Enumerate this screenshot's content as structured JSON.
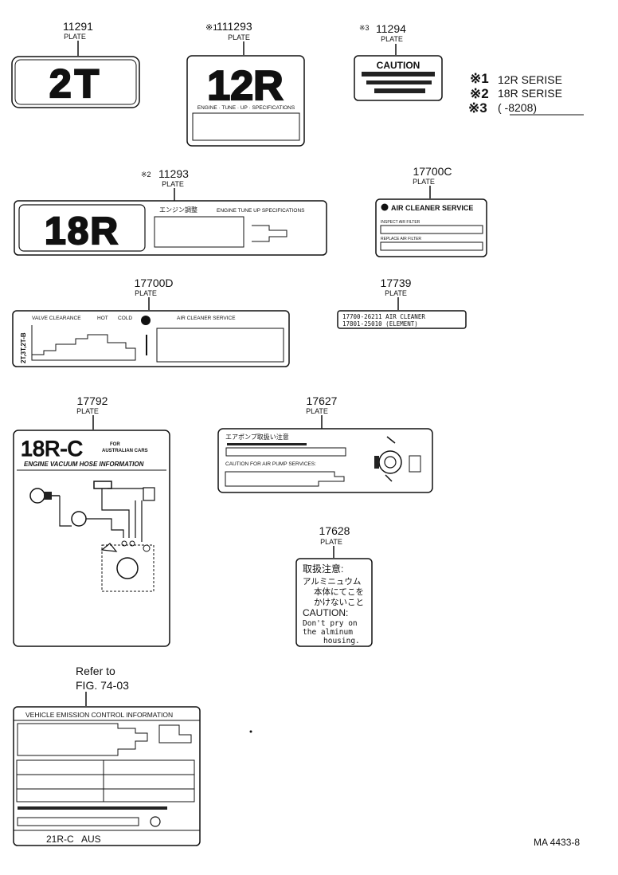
{
  "parts": {
    "p11291": {
      "number": "11291",
      "label": "PLATE",
      "text": "2T"
    },
    "p111293": {
      "number": "111293",
      "mark": "※1",
      "label": "PLATE",
      "text": "12R",
      "caption": "ENGINE · TUNE · UP · SPECIFICATIONS"
    },
    "p11294": {
      "number": "11294",
      "mark": "※3",
      "label": "PLATE",
      "text": "CAUTION"
    },
    "p11293": {
      "number": "11293",
      "mark": "※2",
      "label": "PLATE",
      "text": "18R",
      "jp": "エンジン調整",
      "caption": "ENGINE TUNE UP SPECIFICATIONS"
    },
    "p17700c": {
      "number": "17700C",
      "label": "PLATE",
      "title": "AIR CLEANER SERVICE",
      "line1": "INSPECT AIR FILTER",
      "line2": "REPLACE AIR FILTER"
    },
    "p17700d": {
      "number": "17700D",
      "label": "PLATE",
      "side": "2T,3T,2T-B",
      "valve": "VALVE CLEARANCE",
      "hot": "HOT",
      "cold": "COLD",
      "air": "AIR CLEANER SERVICE"
    },
    "p17739": {
      "number": "17739",
      "label": "PLATE",
      "line1": "17700-26211 AIR CLEANER",
      "line2": "17801-25010 (ELEMENT)"
    },
    "p17792": {
      "number": "17792",
      "label": "PLATE",
      "title": "18R-C",
      "note1": "FOR",
      "note2": "AUSTRALIAN CARS",
      "subtitle": "ENGINE VACUUM HOSE INFORMATION"
    },
    "p17627": {
      "number": "17627",
      "label": "PLATE",
      "jp": "エアポンプ取扱い注意",
      "caption": "CAUTION FOR AIR PUMP SERVICES:"
    },
    "p17628": {
      "number": "17628",
      "label": "PLATE",
      "lines": [
        "取扱注意:",
        "アルミニュウム",
        "本体にてこを",
        "かけないこと",
        "CAUTION:",
        "Don't pry on",
        "the alminum",
        "housing."
      ]
    },
    "emission": {
      "ref1": "Refer to",
      "ref2": "FIG. 74-03",
      "title": "VEHICLE EMISSION CONTROL INFORMATION",
      "footer": "21R-C   AUS"
    }
  },
  "legend": [
    {
      "mark": "※1",
      "text": "12R SERISE"
    },
    {
      "mark": "※2",
      "text": "18R SERISE"
    },
    {
      "mark": "※3",
      "text": "(       -8208)"
    }
  ],
  "drawing_code": "MA 4433-8"
}
